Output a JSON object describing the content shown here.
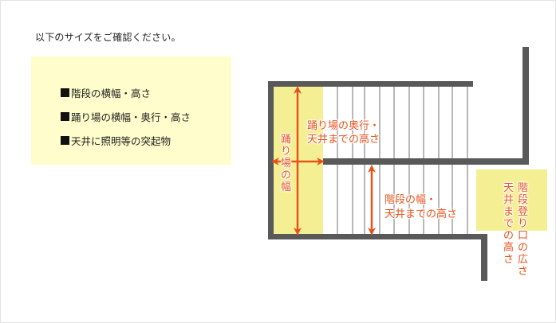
{
  "intro_text": "以下のサイズをご確認ください。",
  "checklist": {
    "items": [
      "階段の横幅・高さ",
      "踊り場の横幅・奥行・高さ",
      "天井に照明等の突起物"
    ]
  },
  "diagram": {
    "labels": {
      "landing_depth_line1": "踊り場の奥行・",
      "landing_depth_line2": "天井までの高さ",
      "landing_width": "踊り場の幅",
      "stair_width_line1": "階段の幅・",
      "stair_width_line2": "天井までの高さ",
      "entrance_col1": "階段登り口の広さ",
      "entrance_col2": "天井までの高さ"
    },
    "colors": {
      "wall": "#595959",
      "highlight": "#f5ef93",
      "arrow": "#e8531c",
      "stair_line": "#b8b8b8",
      "checklist_bg": "#fefdcb"
    }
  }
}
